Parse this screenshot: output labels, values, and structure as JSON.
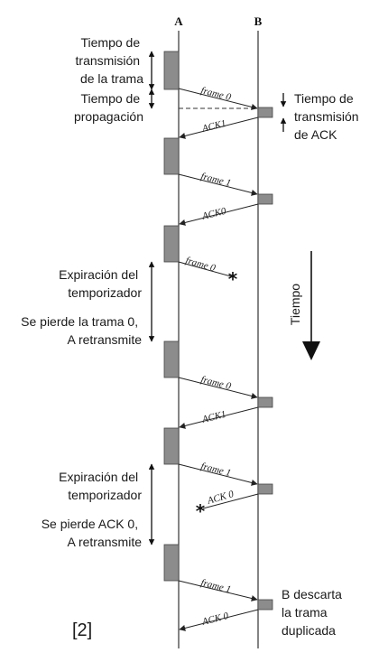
{
  "stations": {
    "a": "A",
    "b": "B"
  },
  "messages": {
    "m1": "frame 0",
    "m2": "ACK1",
    "m3": "frame 1",
    "m4": "ACK0",
    "m5": "frame 0",
    "m6": "frame 0",
    "m7": "ACK1",
    "m8": "frame 1",
    "m9": "ACK 0",
    "m10": "frame 1",
    "m11": "ACK 0"
  },
  "labels": {
    "trans_trama": [
      "Tiempo de",
      "transmisión",
      "de la trama"
    ],
    "propagacion": [
      "Tiempo de",
      "propagación"
    ],
    "trans_ack": [
      "Tiempo de",
      "transmisión",
      "de ACK"
    ],
    "timeout1": [
      "Expiración del",
      "temporizador"
    ],
    "lost_frame": [
      "Se pierde la trama 0,",
      "A retransmite"
    ],
    "timeout2": [
      "Expiración del",
      "temporizador"
    ],
    "lost_ack": [
      "Se pierde ACK 0,",
      "A retransmite"
    ],
    "discard": [
      "B descarta",
      "la trama",
      "duplicada"
    ]
  },
  "time_axis": "Tiempo",
  "reference": "[2]",
  "colors": {
    "block": "#8c8c8c",
    "line": "#222222",
    "text": "#1a1a1a"
  }
}
